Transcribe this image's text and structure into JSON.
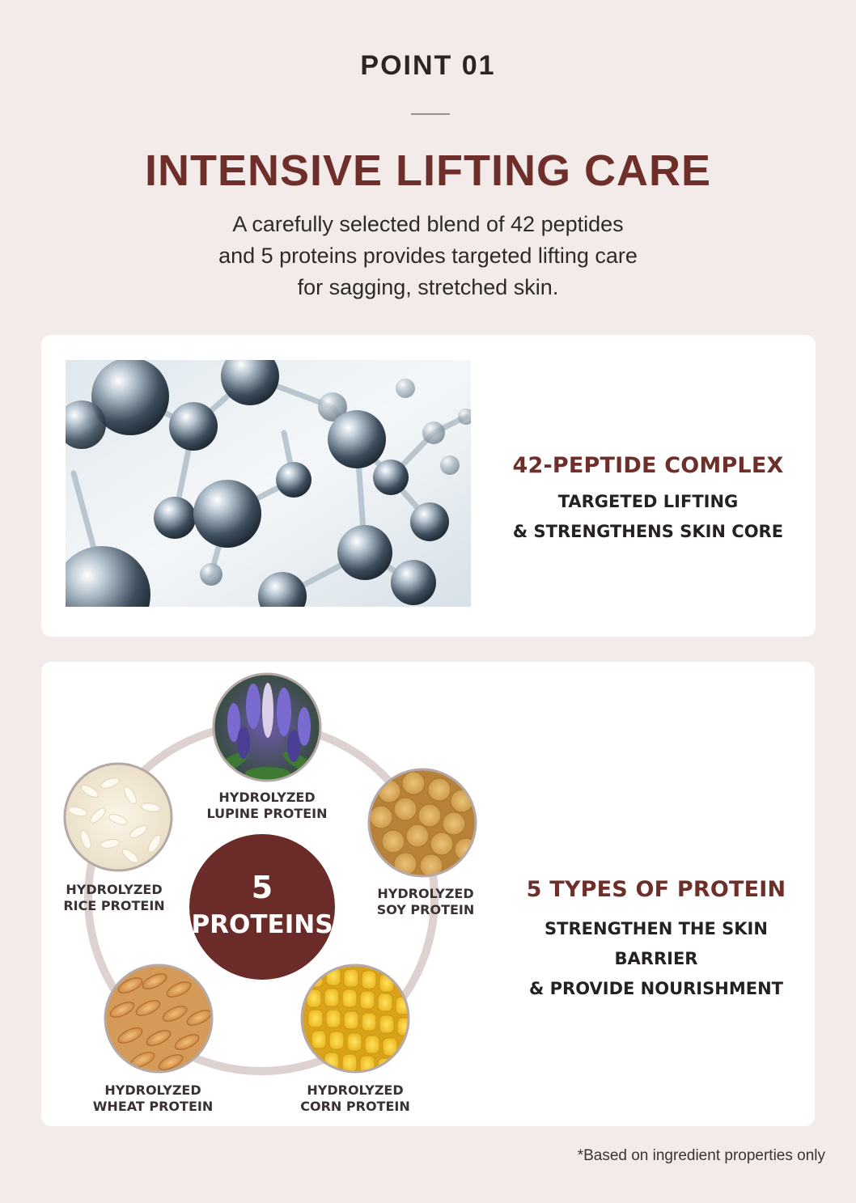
{
  "header": {
    "point_label": "POINT 01",
    "title": "INTENSIVE LIFTING CARE",
    "intro_lines": [
      "A carefully selected blend of 42 peptides",
      "and 5 proteins provides targeted lifting care",
      "for sagging, stretched skin."
    ]
  },
  "feature_peptide": {
    "title": "42-PEPTIDE COMPLEX",
    "sub_lines": [
      "TARGETED LIFTING",
      "& STRENGTHENS SKIN CORE"
    ]
  },
  "feature_protein": {
    "title": "5 TYPES OF PROTEIN",
    "sub_lines": [
      "STRENGTHEN THE SKIN BARRIER",
      "& PROVIDE NOURISHMENT"
    ]
  },
  "center_badge": {
    "number": "5",
    "word": "PROTEINS"
  },
  "ingredients": [
    {
      "line1": "HYDROLYZED",
      "line2": "LUPINE PROTEIN"
    },
    {
      "line1": "HYDROLYZED",
      "line2": "RICE PROTEIN"
    },
    {
      "line1": "HYDROLYZED",
      "line2": "SOY PROTEIN"
    },
    {
      "line1": "HYDROLYZED",
      "line2": "WHEAT PROTEIN"
    },
    {
      "line1": "HYDROLYZED",
      "line2": "CORN PROTEIN"
    }
  ],
  "footnote": "*Based on ingredient properties only",
  "colors": {
    "accent": "#6e2f2a",
    "background": "#f3ebe9",
    "ring": "#ded3d1"
  }
}
